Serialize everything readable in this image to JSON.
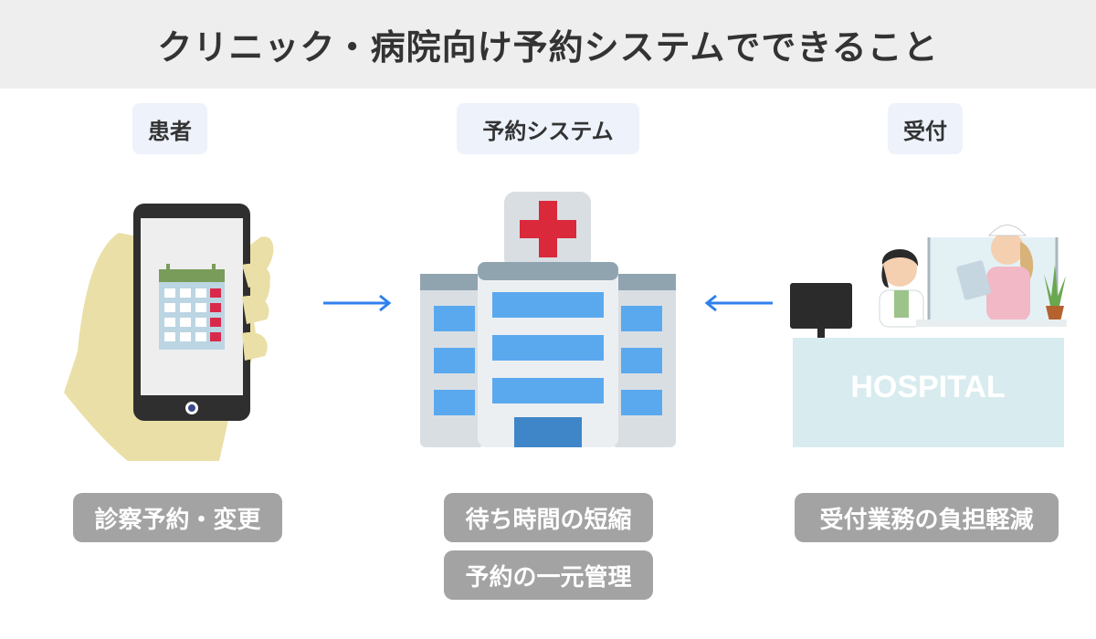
{
  "header": {
    "title": "クリニック・病院向け予約システムでできること"
  },
  "columns": {
    "patient": {
      "label": "患者",
      "features": [
        "診察予約・変更"
      ]
    },
    "system": {
      "label": "予約システム",
      "features": [
        "待ち時間の短縮",
        "予約の一元管理"
      ]
    },
    "reception": {
      "label": "受付",
      "features": [
        "受付業務の負担軽減"
      ],
      "counter_text": "HOSPITAL"
    }
  },
  "colors": {
    "header_bg": "#eeeeee",
    "label_bg": "#edf2fb",
    "pill_bg": "#a3a3a3",
    "arrow": "#2f80ed",
    "red_cross": "#d9293a",
    "window_blue": "#5aa9ee"
  },
  "icons": {
    "phone": "smartphone-calendar-icon",
    "hospital": "hospital-building-icon",
    "reception": "hospital-reception-icon"
  }
}
